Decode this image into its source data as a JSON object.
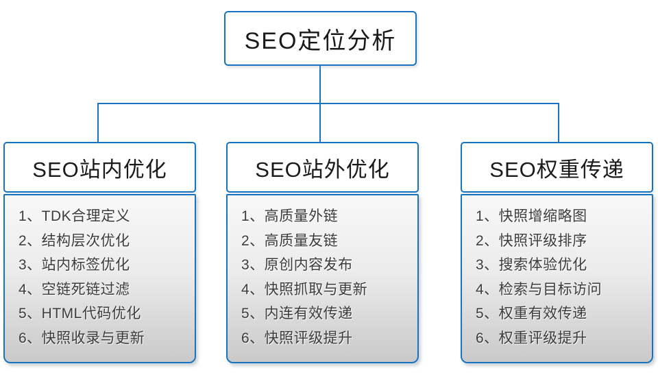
{
  "root": {
    "title": "SEO定位分析"
  },
  "columns": [
    {
      "title": "SEO站内优化",
      "items": [
        "1、TDK合理定义",
        "2、结构层次优化",
        "3、站内标签优化",
        "4、空链死链过滤",
        "5、HTML代码优化",
        "6、快照收录与更新"
      ]
    },
    {
      "title": "SEO站外优化",
      "items": [
        "1、高质量外链",
        "2、高质量友链",
        "3、原创内容发布",
        "4、快照抓取与更新",
        "5、内连有效传递",
        "6、快照评级提升"
      ]
    },
    {
      "title": "SEO权重传递",
      "items": [
        "1、快照增缩略图",
        "2、快照评级排序",
        "3、搜索体验优化",
        "4、检索与目标访问",
        "5、权重有效传递",
        "6、权重评级提升"
      ]
    }
  ],
  "colors": {
    "line_blue": "#1673bf",
    "title_text": "#1a1a1a",
    "list_text": "#3c3c3c",
    "list_gradient_top": "#f8f8f8",
    "list_gradient_bottom": "#c9c9c9",
    "background": "#ffffff"
  }
}
